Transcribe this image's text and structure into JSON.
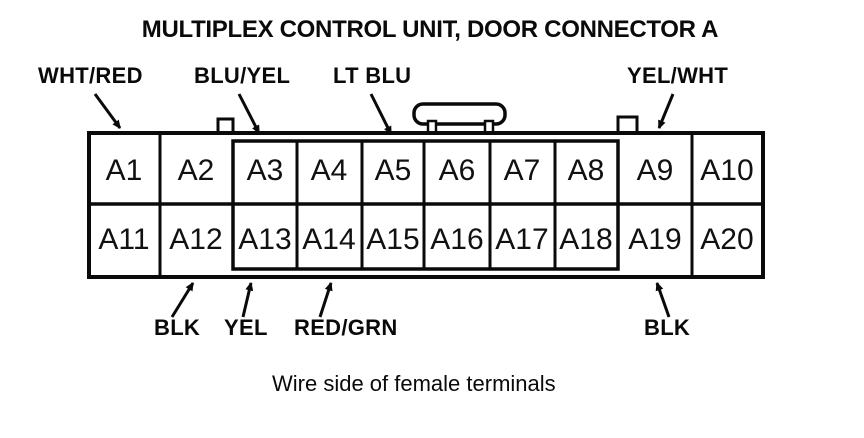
{
  "title": "MULTIPLEX CONTROL UNIT, DOOR CONNECTOR A",
  "caption": "Wire side of female terminals",
  "connector": {
    "name": "Door Connector A",
    "row1": [
      "A1",
      "A2",
      "A3",
      "A4",
      "A5",
      "A6",
      "A7",
      "A8",
      "A9",
      "A10"
    ],
    "row2": [
      "A11",
      "A12",
      "A13",
      "A14",
      "A15",
      "A16",
      "A17",
      "A18",
      "A19",
      "A20"
    ]
  },
  "wire_labels": {
    "top": [
      {
        "label": "WHT/RED",
        "target_pin": "A1"
      },
      {
        "label": "BLU/YEL",
        "target_pin": "A3"
      },
      {
        "label": "LT BLU",
        "target_pin": "A5"
      },
      {
        "label": "YEL/WHT",
        "target_pin": "A9"
      }
    ],
    "bottom": [
      {
        "label": "BLK",
        "target_pin": "A12"
      },
      {
        "label": "YEL",
        "target_pin": "A13"
      },
      {
        "label": "RED/GRN",
        "target_pin": "A14"
      },
      {
        "label": "BLK",
        "target_pin": "A19"
      }
    ]
  },
  "colors": {
    "line": "#0a0a0a",
    "background": "#ffffff"
  }
}
